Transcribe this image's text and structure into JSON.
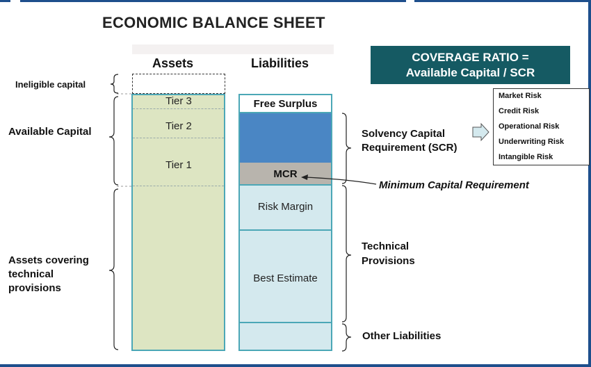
{
  "title": "ECONOMIC BALANCE SHEET",
  "columns": {
    "assets": "Assets",
    "liabilities": "Liabilities"
  },
  "left_labels": {
    "ineligible": "Ineligible capital",
    "available": "Available Capital",
    "assets_covering_line1": "Assets covering",
    "assets_covering_line2": "technical",
    "assets_covering_line3": "provisions"
  },
  "assets": {
    "tier3": "Tier 3",
    "tier2": "Tier 2",
    "tier1": "Tier 1"
  },
  "liabilities": {
    "free_surplus": "Free Surplus",
    "mcr": "MCR",
    "risk_margin": "Risk Margin",
    "best_estimate": "Best Estimate"
  },
  "right_labels": {
    "scr_line1": "Solvency Capital",
    "scr_line2": "Requirement (SCR)",
    "tp_line1": "Technical",
    "tp_line2": "Provisions",
    "other": "Other Liabilities",
    "mcr_note": "Minimum Capital Requirement"
  },
  "coverage": {
    "line1": "COVERAGE RATIO =",
    "line2": "Available Capital / SCR"
  },
  "risks": [
    "Market Risk",
    "Credit Risk",
    "Operational Risk",
    "Underwriting Risk",
    "Intangible Risk"
  ],
  "colors": {
    "assets_fill": "#dde5c2",
    "liability_fill": "#d4e9ee",
    "scr_fill": "#4a86c4",
    "mcr_fill": "#b8b4ad",
    "border": "#4ba7b6",
    "coverage_fill": "#155a63",
    "frame": "#1e4f8c"
  }
}
